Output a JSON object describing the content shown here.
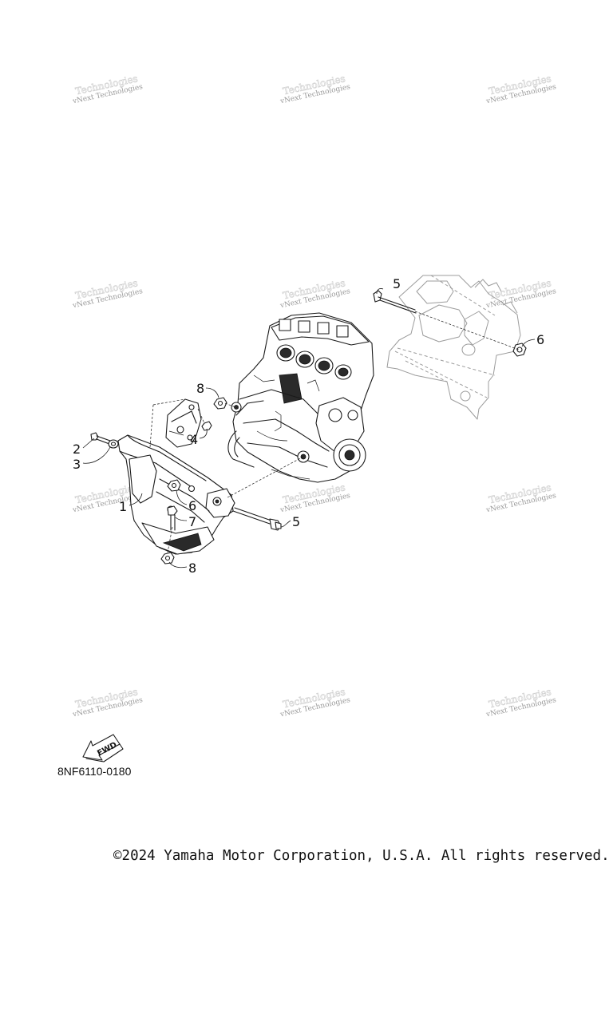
{
  "watermark": {
    "line1": "vNext Technologies",
    "line2": "Technologies"
  },
  "callouts": {
    "c1": "1",
    "c2": "2",
    "c3": "3",
    "c4": "4",
    "c5a": "5",
    "c5b": "5",
    "c6a": "6",
    "c6b": "6",
    "c7": "7",
    "c8a": "8",
    "c8b": "8"
  },
  "fwd_label": "FWD",
  "figure_code": "8NF6110-0180",
  "copyright": "©2024 Yamaha Motor Corporation, U.S.A. All rights reserved."
}
